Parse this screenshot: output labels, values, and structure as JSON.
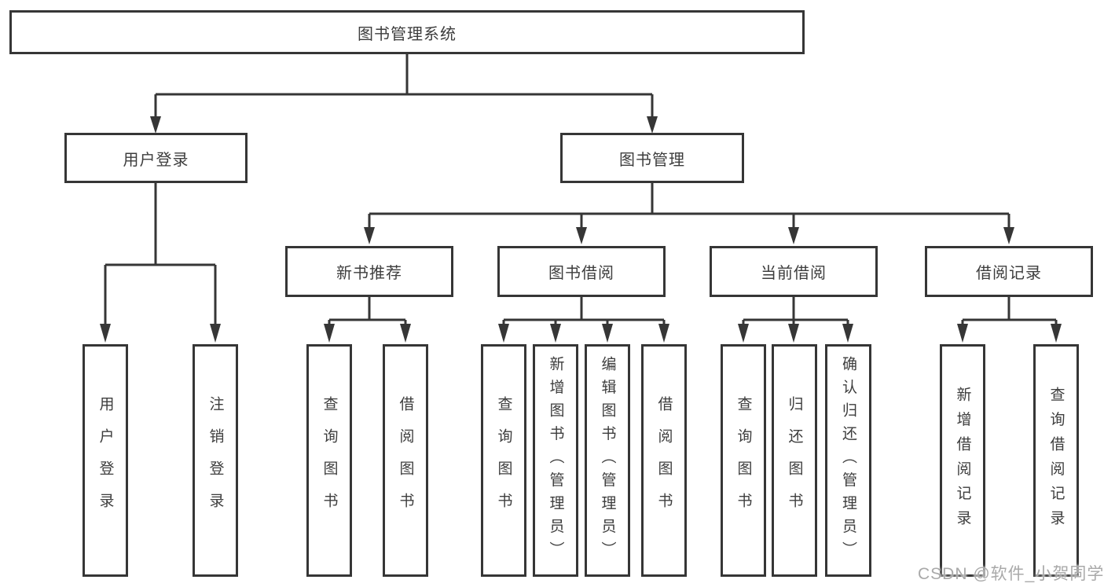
{
  "colors": {
    "line": "#363636",
    "box_border": "#363636",
    "text": "#3d3d3d",
    "watermark": "#a9a9a9",
    "background": "#ffffff"
  },
  "watermark": {
    "text": "CSDN @软件_小贺同学"
  },
  "tree": {
    "root": {
      "label": "图书管理系统",
      "children": [
        {
          "label": "用户登录",
          "children": [
            {
              "label": "用户登录"
            },
            {
              "label": "注销登录"
            }
          ]
        },
        {
          "label": "图书管理",
          "children": [
            {
              "label": "新书推荐",
              "children": [
                {
                  "label": "查询图书"
                },
                {
                  "label": "借阅图书"
                }
              ]
            },
            {
              "label": "图书借阅",
              "children": [
                {
                  "label": "查询图书"
                },
                {
                  "label": "新增图书（管理员）"
                },
                {
                  "label": "编辑图书（管理员）"
                },
                {
                  "label": "借阅图书"
                }
              ]
            },
            {
              "label": "当前借阅",
              "children": [
                {
                  "label": "查询图书"
                },
                {
                  "label": "归还图书"
                },
                {
                  "label": "确认归还（管理员）"
                }
              ]
            },
            {
              "label": "借阅记录",
              "children": [
                {
                  "label": "新增借阅记录"
                },
                {
                  "label": "查询借阅记录"
                }
              ]
            }
          ]
        }
      ]
    }
  }
}
